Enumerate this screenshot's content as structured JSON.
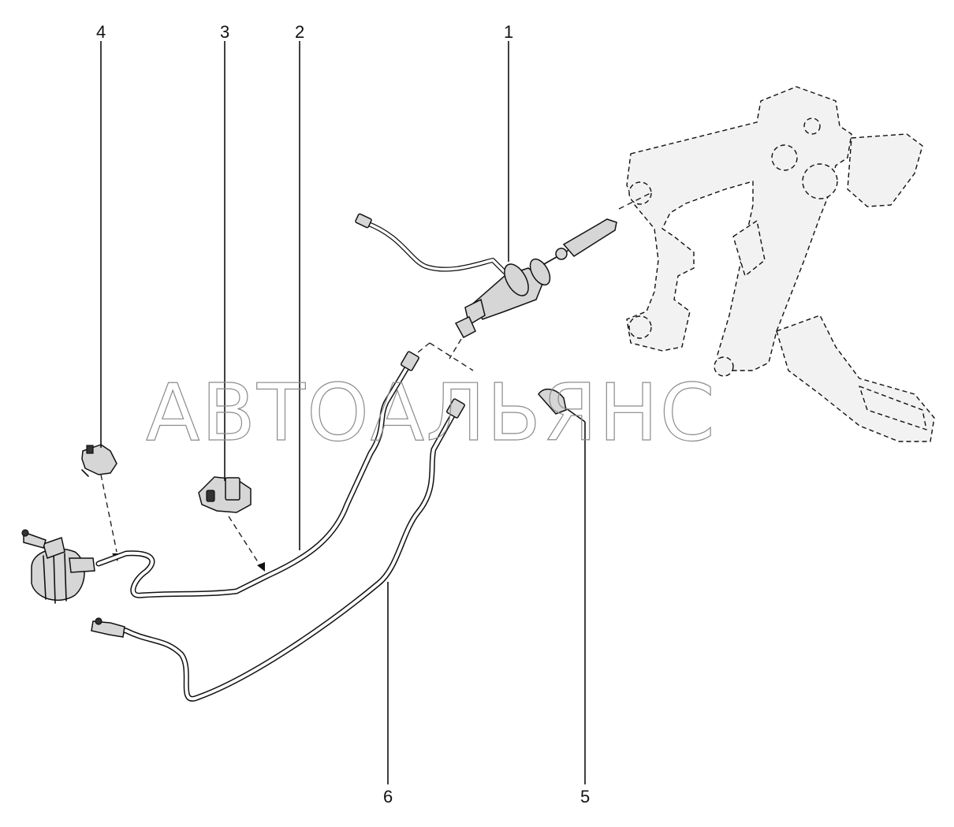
{
  "watermark": "АВТОАЛЬЯНС",
  "callouts": [
    {
      "id": "c1",
      "label": "1"
    },
    {
      "id": "c2",
      "label": "2"
    },
    {
      "id": "c3",
      "label": "3"
    },
    {
      "id": "c4",
      "label": "4"
    },
    {
      "id": "c5",
      "label": "5"
    },
    {
      "id": "c6",
      "label": "6"
    }
  ]
}
